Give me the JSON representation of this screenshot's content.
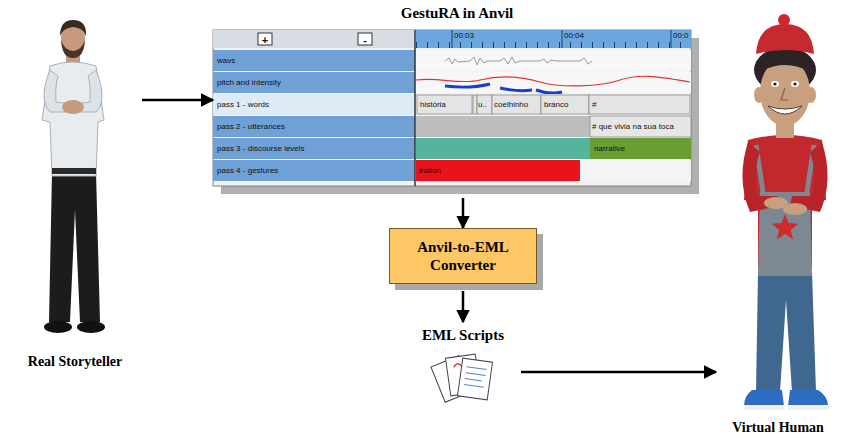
{
  "diagram": {
    "nodes": [
      {
        "text": [
          "Real Storyteller"
        ]
      },
      {
        "text": [
          "GestuRA in Anvil"
        ]
      },
      {
        "text": [
          "Anvil-to-EML Converter"
        ]
      },
      {
        "text": [
          "EML Scripts"
        ]
      },
      {
        "text": [
          "Virtual Human"
        ]
      }
    ],
    "edges": [
      {
        "from": 0,
        "to": 1,
        "arrow": "to"
      },
      {
        "from": 1,
        "to": 2,
        "arrow": "to"
      },
      {
        "from": 2,
        "to": 3,
        "arrow": "to"
      },
      {
        "from": 3,
        "to": 4,
        "arrow": "to"
      }
    ],
    "labels": [
      "+",
      "-",
      "00:03",
      "00:04",
      "00:0",
      "wavs",
      "pitch and intensity",
      "pass 1 - words",
      "pass 2 - utterances",
      "pass 3 - discourse levels",
      "pass 4 - gestures",
      "história",
      "u..",
      "coelhinho",
      "branco",
      "#",
      "# que vivia na sua toca",
      "narrative",
      "iration"
    ]
  }
}
